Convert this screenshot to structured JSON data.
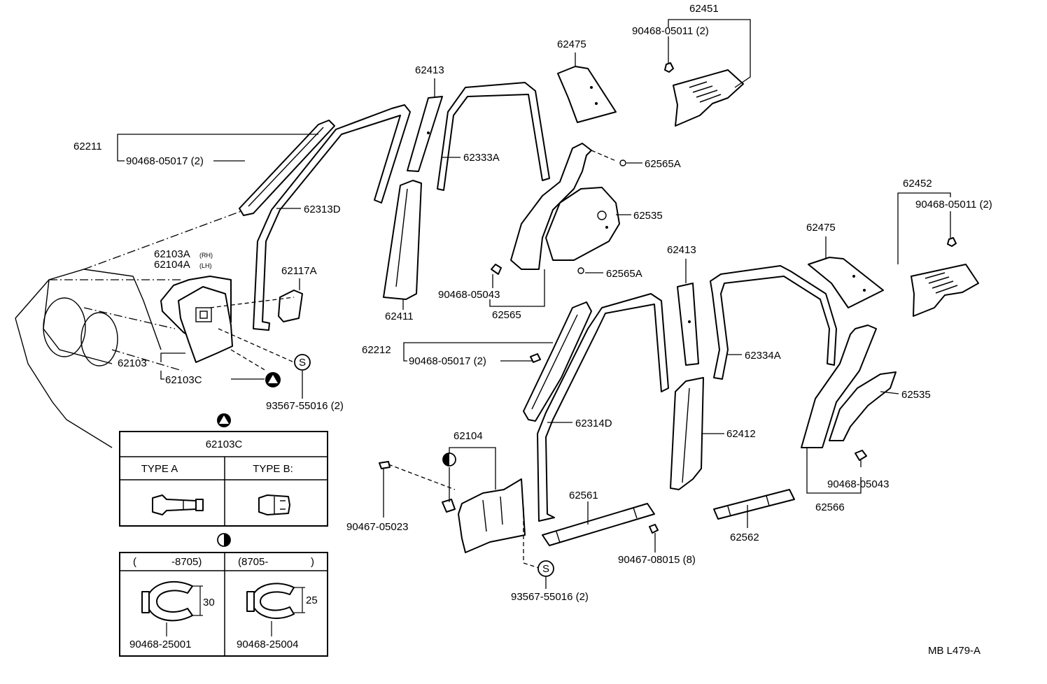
{
  "labels": {
    "p62451": "62451",
    "p90468_05011_a": "90468-05011 (2)",
    "p62475_a": "62475",
    "p62413_a": "62413",
    "p62211": "62211",
    "p90468_05017_a": "90468-05017 (2)",
    "p62333A": "62333A",
    "p62565A_a": "62565A",
    "p62313D": "62313D",
    "p62535_a": "62535",
    "p62452": "62452",
    "p90468_05011_b": "90468-05011 (2)",
    "p62475_b": "62475",
    "p62413_b": "62413",
    "p62103A": "62103A",
    "p62103A_rh": "(RH)",
    "p62104A": "62104A",
    "p62104A_lh": "(LH)",
    "p62117A": "62117A",
    "p62565A_b": "62565A",
    "p90468_05043_a": "90468-05043",
    "p62411": "62411",
    "p62565": "62565",
    "p62334A": "62334A",
    "p62212": "62212",
    "p90468_05017_b": "90468-05017 (2)",
    "p62103": "62103",
    "p62103C": "62103C",
    "p93567_55016_a": "93567-55016 (2)",
    "s_symbol": "S",
    "p62535_b": "62535",
    "p62314D": "62314D",
    "p62412": "62412",
    "p62104": "62104",
    "p90468_05043_b": "90468-05043",
    "p62566": "62566",
    "p62561": "62561",
    "p90467_05023": "90467-05023",
    "p62562": "62562",
    "p90467_08015": "90467-08015 (8)",
    "p93567_55016_b": "93567-55016 (2)",
    "ref_code": "MB L479-A"
  },
  "table_a": {
    "title": "62103C",
    "col1": "TYPE A",
    "col2": "TYPE B:"
  },
  "table_b": {
    "col1_open": "(",
    "col1_close": "-8705)",
    "col2_open": "(8705-",
    "col2_close": ")",
    "dim1": "30",
    "dim2": "25",
    "part1": "90468-25001",
    "part2": "90468-25004"
  }
}
